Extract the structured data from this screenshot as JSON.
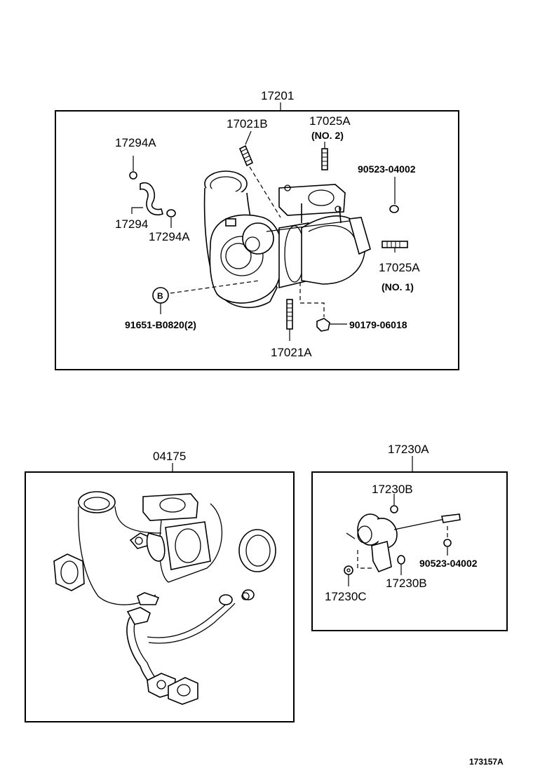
{
  "diagram_ref": "173157A",
  "groups": {
    "turbo_assy": {
      "number": "17201",
      "parts": {
        "p17021b": "17021B",
        "p17025a_no2": "17025A",
        "no2": "(NO. 2)",
        "p17294a_top": "17294A",
        "p90523_top": "90523-04002",
        "p17294": "17294",
        "p17294a_bot": "17294A",
        "p17025a_no1": "17025A",
        "no1": "(NO. 1)",
        "bolt_b_marker": "B",
        "p91651": "91651-B0820(2)",
        "p90179": "90179-06018",
        "p17021a": "17021A"
      }
    },
    "gasket_kit": {
      "number": "04175"
    },
    "actuator": {
      "number": "17230A",
      "parts": {
        "p17230b_top": "17230B",
        "p90523": "90523-04002",
        "p17230c": "17230C",
        "p17230b_bot": "17230B"
      }
    }
  }
}
